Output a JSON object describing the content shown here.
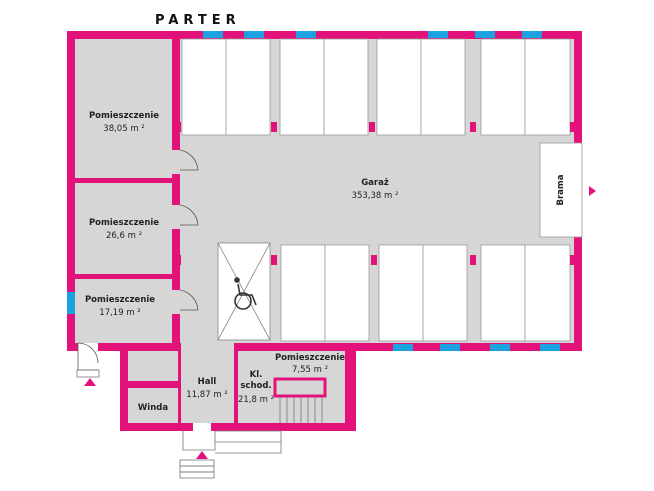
{
  "floor_title": "PARTER",
  "colors": {
    "wall": "#e3127a",
    "window": "#1aa3e0",
    "floor": "#d6d6d6",
    "parking": "#ffffff"
  },
  "rooms": [
    {
      "name": "Pomieszczenie",
      "area": "38,05 m ²"
    },
    {
      "name": "Pomieszczenie",
      "area": "26,6 m ²"
    },
    {
      "name": "Pomieszczenie",
      "area": "17,19 m ²"
    },
    {
      "name": "Garaż",
      "area": "353,38 m ²"
    },
    {
      "name": "Brama",
      "area": ""
    },
    {
      "name": "Hall",
      "area": "11,87 m ²"
    },
    {
      "name": "Kl. schod.",
      "area": "21,8 m ²"
    },
    {
      "name": "Pomieszczenie",
      "area": "7,55 m ²"
    },
    {
      "name": "Winda",
      "area": ""
    }
  ],
  "icons": [
    "wheelchair-icon",
    "entrance-arrow-icon"
  ]
}
